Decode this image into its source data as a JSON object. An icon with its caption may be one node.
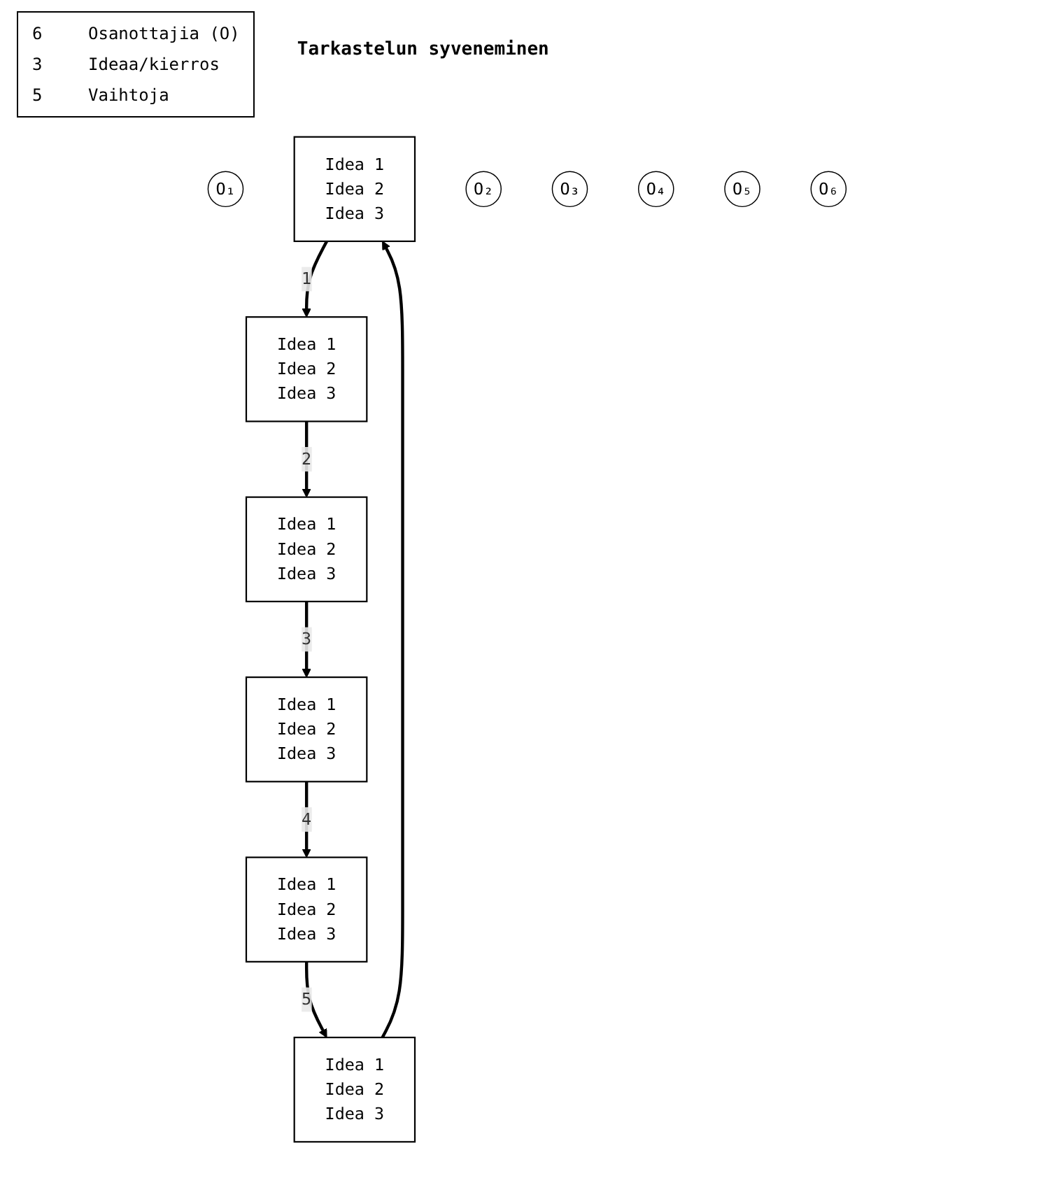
{
  "diagram": {
    "nodes": [
      {
        "text": [
          "O₁"
        ]
      },
      {
        "text": [
          "Idea 1",
          "Idea 2",
          "Idea 3"
        ]
      },
      {
        "text": [
          "O₂"
        ]
      },
      {
        "text": [
          "Idea 1",
          "Idea 2",
          "Idea 3"
        ]
      },
      {
        "text": [
          "O₃"
        ]
      },
      {
        "text": [
          "Idea 1",
          "Idea 2",
          "Idea 3"
        ]
      },
      {
        "text": [
          "O₄"
        ]
      },
      {
        "text": [
          "Idea 1",
          "Idea 2",
          "Idea 3"
        ]
      },
      {
        "text": [
          "O₅"
        ]
      },
      {
        "text": [
          "Idea 1",
          "Idea 2",
          "Idea 3"
        ]
      },
      {
        "text": [
          "O₆"
        ]
      },
      {
        "text": [
          "Idea 1",
          "Idea 2",
          "Idea 3"
        ]
      }
    ],
    "edges": [
      {
        "from": 1,
        "to": 3,
        "arrow": "to",
        "label": "1"
      },
      {
        "from": 3,
        "to": 5,
        "arrow": "to",
        "label": "2"
      },
      {
        "from": 5,
        "to": 7,
        "arrow": "to",
        "label": "3"
      },
      {
        "from": 7,
        "to": 9,
        "arrow": "to",
        "label": "4"
      },
      {
        "from": 9,
        "to": 11,
        "arrow": "to",
        "label": "5"
      },
      {
        "from": 11,
        "to": 1,
        "arrow": "to"
      }
    ],
    "labels": [
      "6",
      "Osanottajia (O)",
      "3",
      "Ideaa/kierros",
      "5",
      "Vaihtoja",
      "Tarkastelun syveneminen"
    ]
  }
}
